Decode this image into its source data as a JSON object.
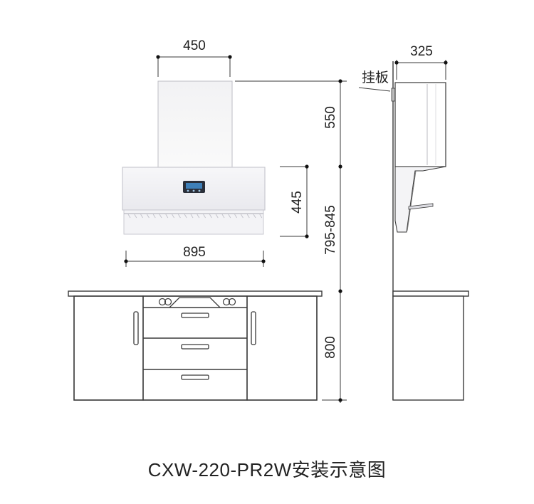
{
  "dimensions": {
    "hood_top_width": "450",
    "hood_height": "550",
    "hood_body_height": "445",
    "mount_range": "795-845",
    "hood_width": "895",
    "side_depth": "325",
    "cabinet_height": "800"
  },
  "labels": {
    "mount_plate": "挂板"
  },
  "caption": "CXW-220-PR2W安装示意图",
  "colors": {
    "line": "#3a3a3a",
    "panel": "#f4f4f6",
    "hood_glass": "#ffffff",
    "dot": "#111111"
  }
}
